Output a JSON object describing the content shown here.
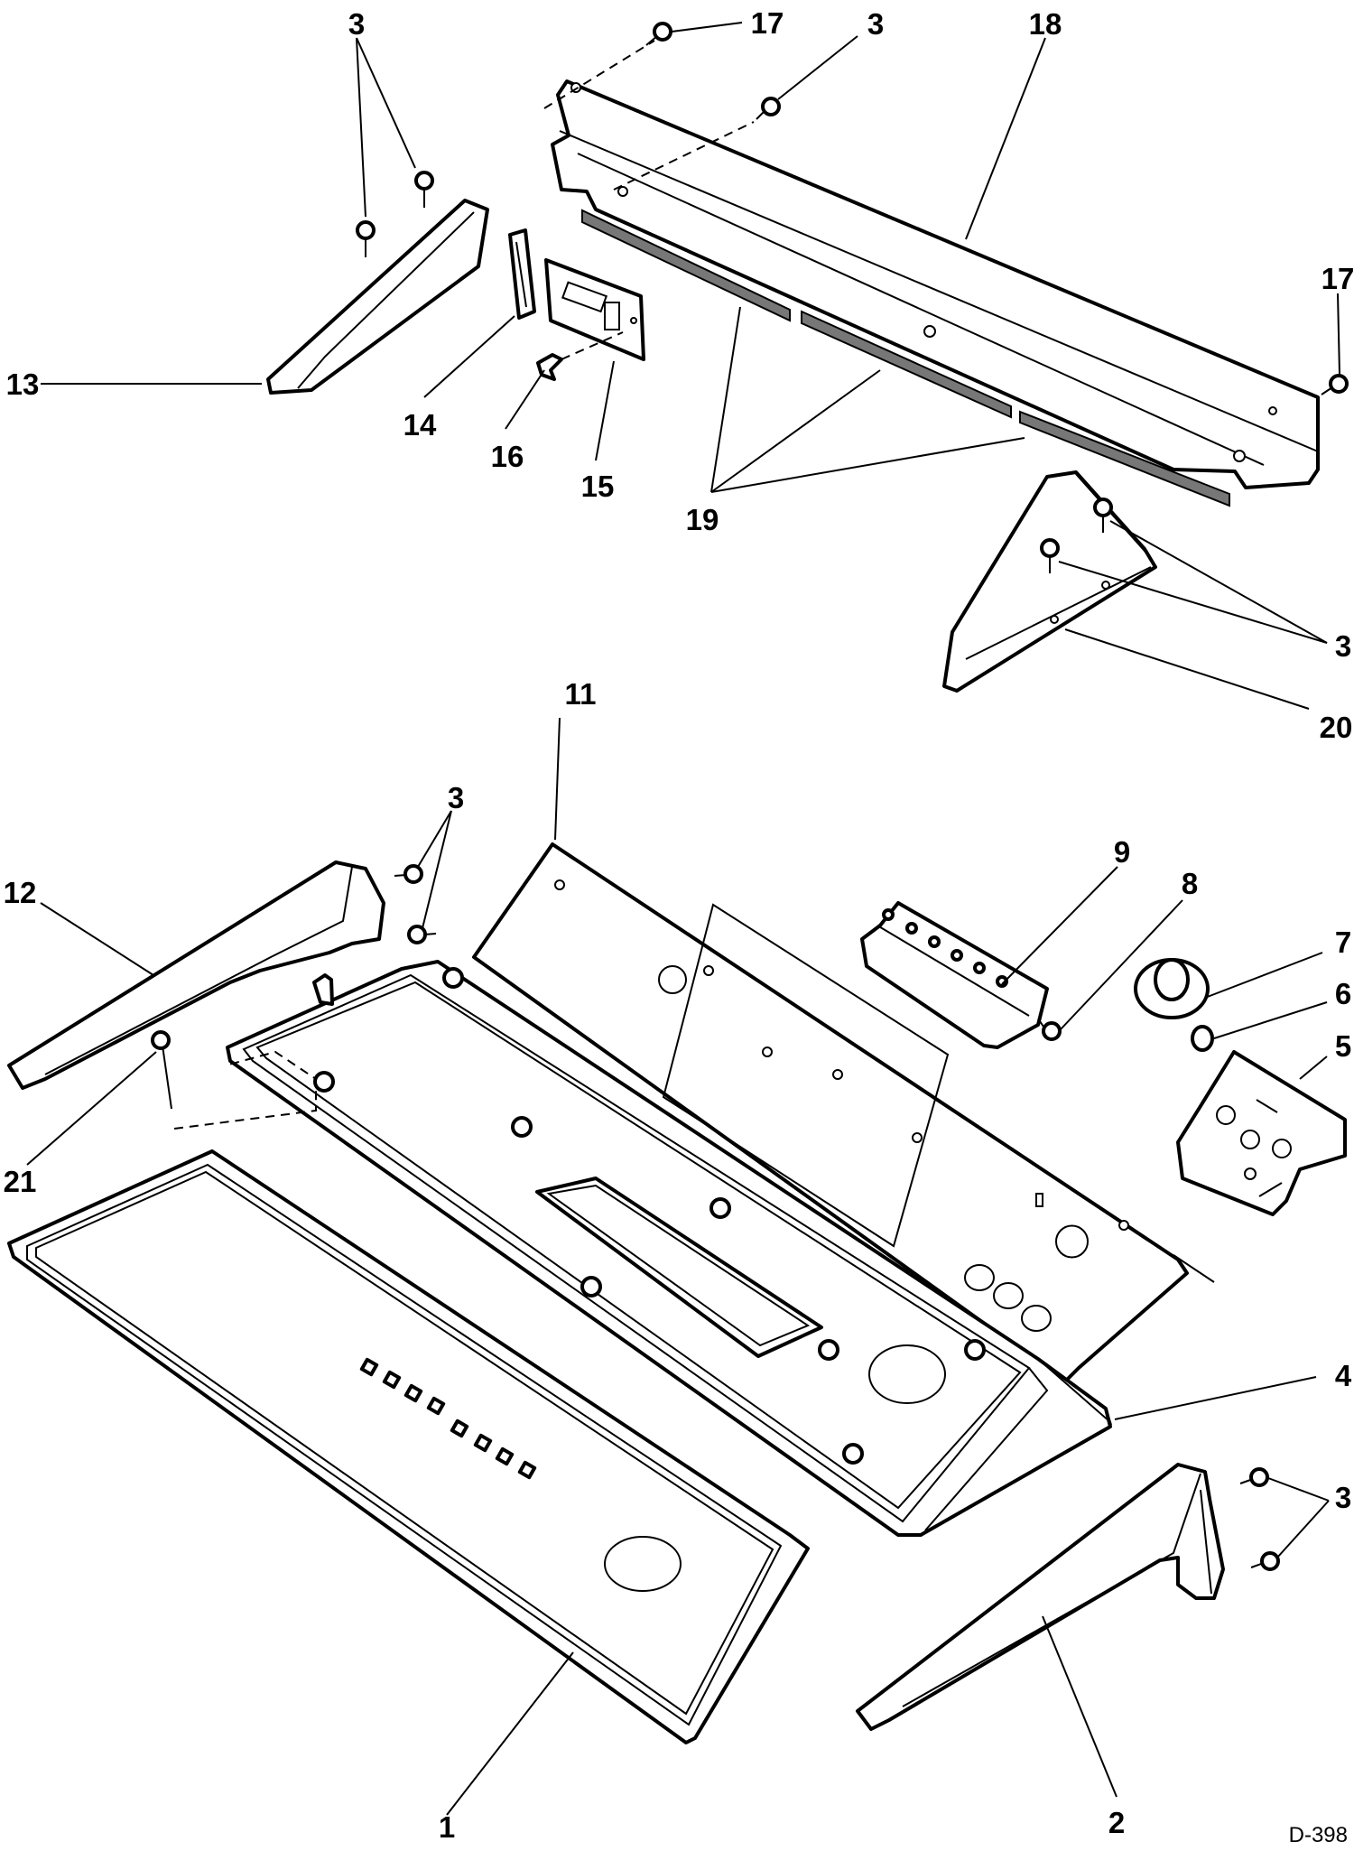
{
  "diagram": {
    "callouts": {
      "c1": "1",
      "c2": "2",
      "c3": "3",
      "c4": "4",
      "c5": "5",
      "c6": "6",
      "c7": "7",
      "c8": "8",
      "c9": "9",
      "c11": "11",
      "c12": "12",
      "c13": "13",
      "c14": "14",
      "c15": "15",
      "c16": "16",
      "c17": "17",
      "c18": "18",
      "c19": "19",
      "c20": "20",
      "c21": "21"
    },
    "document_id": "D-398"
  }
}
